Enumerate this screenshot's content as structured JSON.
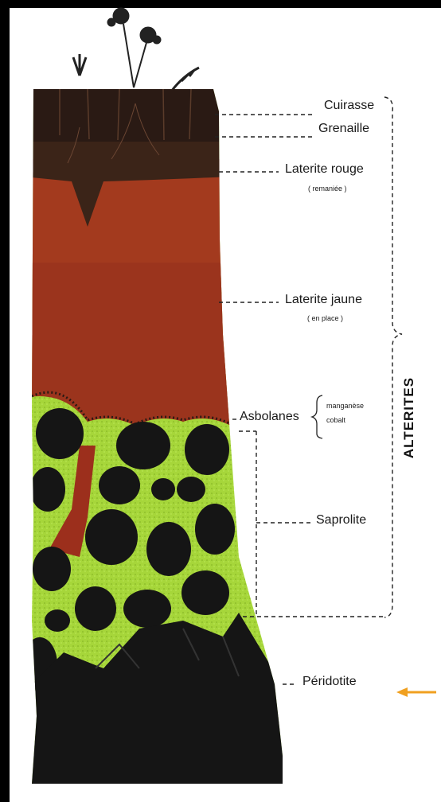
{
  "diagram": {
    "labels": {
      "cuirasse": "Cuirasse",
      "grenaille": "Grenaille",
      "laterite_rouge": "Laterite rouge",
      "laterite_rouge_note": "( remaniée )",
      "laterite_jaune": "Laterite jaune",
      "laterite_jaune_note": "( en place )",
      "asbolanes": "Asbolanes",
      "asbolanes_manganese": "manganèse",
      "asbolanes_cobalt": "cobalt",
      "saprolite": "Saprolite",
      "peridotite": "Péridotite",
      "alterites": "ALTERITES"
    },
    "colors": {
      "background": "#000000",
      "panel": "#ffffff",
      "cuirasse": "#2a1a14",
      "laterite_rouge": "#a33a1e",
      "laterite_jaune": "#9c2f1c",
      "saprolite": "#a6d63a",
      "rock": "#151515",
      "arrow": "#f0a020"
    },
    "icons": [
      "tree-icon",
      "plant-icon",
      "arrow-left-icon"
    ]
  }
}
